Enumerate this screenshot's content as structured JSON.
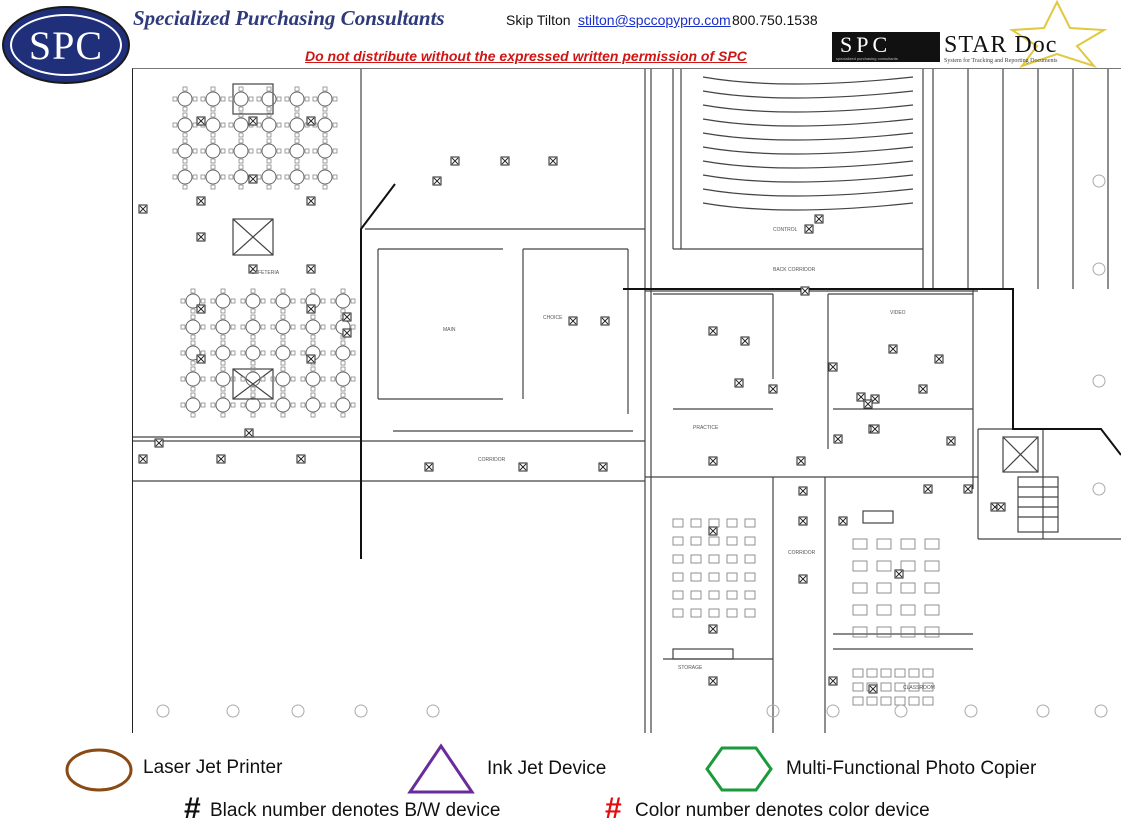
{
  "header": {
    "logo_text": "SPC",
    "company_name": "Specialized Purchasing Consultants",
    "contact_name": "Skip Tilton",
    "contact_email": "stilton@spccopypro.com",
    "contact_phone": "800.750.1538",
    "warning": "Do not distribute without the expressed written permission of SPC",
    "star_logo": {
      "spc_text": "SPC",
      "spc_sub": "specialized purchasing consultants",
      "title": "STAR Doc",
      "sub": "System for Tracking and Reporting Documents"
    }
  },
  "floorplan": {
    "labels": [
      "CAFETERIA",
      "MAIN",
      "CHOICE",
      "CORRIDOR",
      "CONTROL",
      "BACK CORRIDOR",
      "STORAGE",
      "CORRIDOR",
      "VIDEO",
      "PRACTICE",
      "CLASSROOM"
    ]
  },
  "legend": {
    "laser": "Laser Jet Printer",
    "inkjet": "Ink Jet Device",
    "mfp": "Multi-Functional Photo Copier",
    "bw_mark": "#",
    "bw_note": "Black number denotes B/W device",
    "color_mark": "#",
    "color_note": "Color number denotes color device"
  },
  "colors": {
    "brand_blue": "#1f2f7a",
    "warning_red": "#d01515",
    "laser": "#8a4a14",
    "inkjet": "#6a2c9a",
    "mfp": "#1a9a3a",
    "color_mark": "#e01010"
  }
}
